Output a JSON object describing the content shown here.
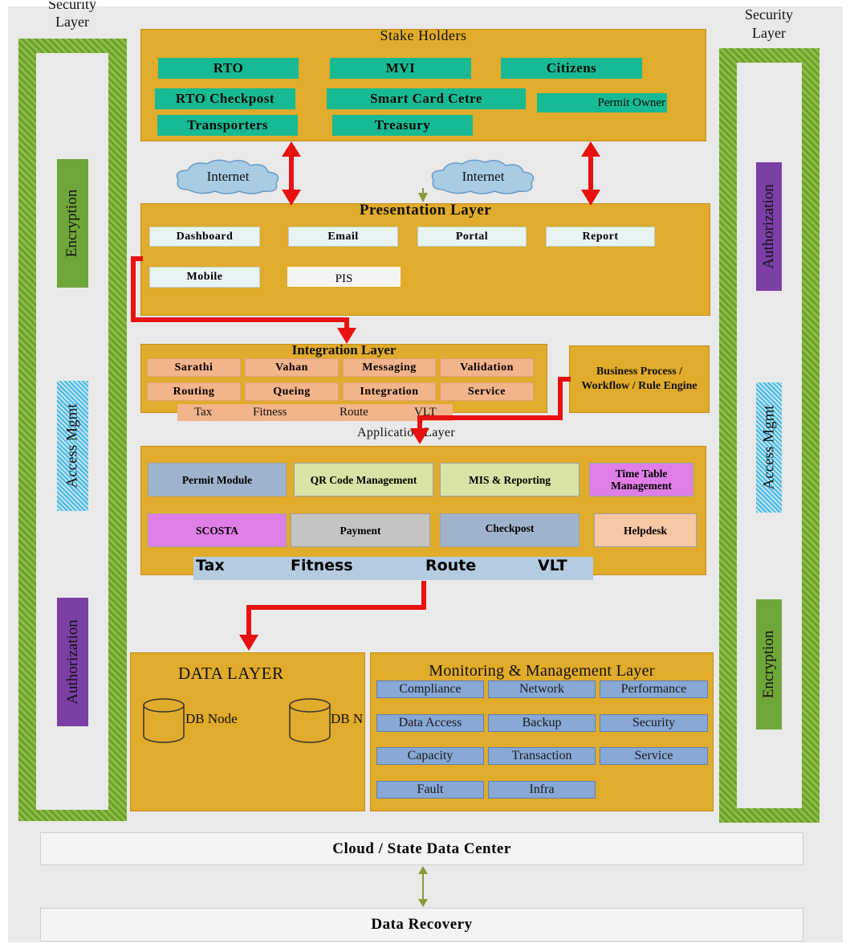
{
  "security_layer_left": "Security Layer",
  "security_layer_right": "Security Layer",
  "left_pillar": {
    "top": "Encryption",
    "middle": "Access Mgmt",
    "bottom": "Authorization"
  },
  "right_pillar": {
    "top": "Authorization",
    "middle": "Access Mgmt",
    "bottom": "Encryption"
  },
  "stakeholders": {
    "title": "Stake Holders",
    "items": [
      "RTO",
      "MVI",
      "Citizens",
      "RTO Checkpost",
      "Smart Card Cetre",
      "Permit Owner",
      "Transporters",
      "Treasury"
    ]
  },
  "internet_labels": [
    "Internet",
    "Internet"
  ],
  "presentation": {
    "title": "Presentation Layer",
    "items": [
      "Dashboard",
      "Email",
      "Portal",
      "Report",
      "Mobile",
      "PIS"
    ]
  },
  "integration": {
    "title": "Integration Layer",
    "items": [
      "Sarathi",
      "Vahan",
      "Messaging",
      "Validation",
      "Routing",
      "Queing",
      "Integration",
      "Service"
    ],
    "strip": [
      "Tax",
      "Fitness",
      "Route",
      "VLT"
    ]
  },
  "business_process": "Business Process / Workflow / Rule Engine",
  "application": {
    "title": "Application Layer",
    "modules": [
      "Permit Module",
      "QR Code Management",
      "MIS & Reporting",
      "Time Table Management",
      "SCOSTA",
      "Payment",
      "Checkpost",
      "Helpdesk"
    ],
    "strip": [
      "Tax",
      "Fitness",
      "Route",
      "VLT"
    ]
  },
  "data_layer": {
    "title": "DATA LAYER",
    "nodes": [
      "DB Node",
      "DB N"
    ]
  },
  "monitoring": {
    "title": "Monitoring & Management Layer",
    "items": [
      "Compliance",
      "Network",
      "Performance",
      "Data Access",
      "Backup",
      "Security",
      "Capacity",
      "Transaction",
      "Service",
      "Fault",
      "Infra"
    ]
  },
  "cloud_center": "Cloud / State Data Center",
  "data_recovery": "Data Recovery",
  "colors": {
    "layer": "#e1ab2b",
    "stakeholder": "#17ba92",
    "arrow": "#e81010",
    "pillar": "#7fb03a",
    "monitor": "#88a8d6"
  }
}
